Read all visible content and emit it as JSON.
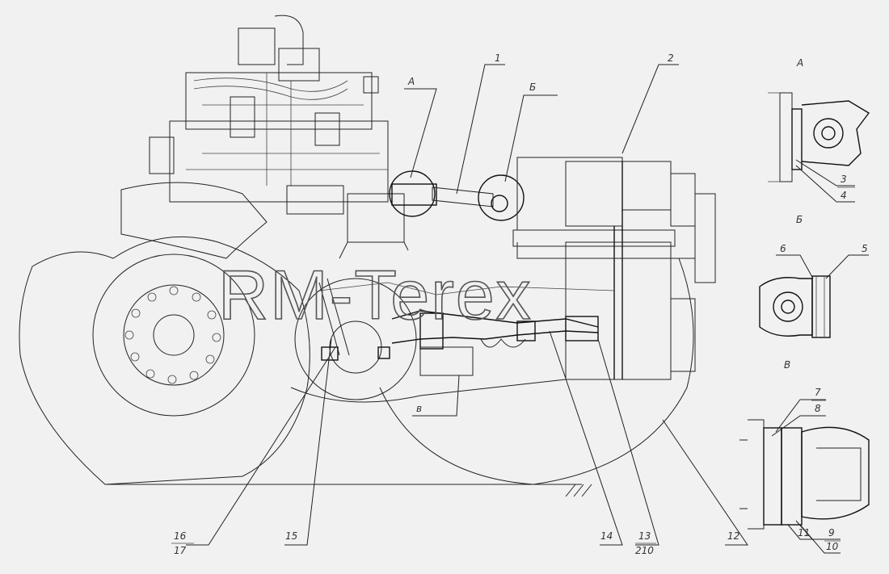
{
  "watermark": "RM-Terex",
  "views": {
    "a": "А",
    "b": "Б",
    "v": "В"
  },
  "callouts": {
    "c1": "1",
    "c2": "2",
    "ca": "А",
    "cb": "Б",
    "cv": "в",
    "c3": "3",
    "c4": "4",
    "c5": "5",
    "c6": "6",
    "c7": "7",
    "c8": "8",
    "c9": "9",
    "c10": "10",
    "c11": "11",
    "c12": "12",
    "c13": "13",
    "c210": "210",
    "c14": "14",
    "c15": "15",
    "c16": "16",
    "c17": "17"
  }
}
